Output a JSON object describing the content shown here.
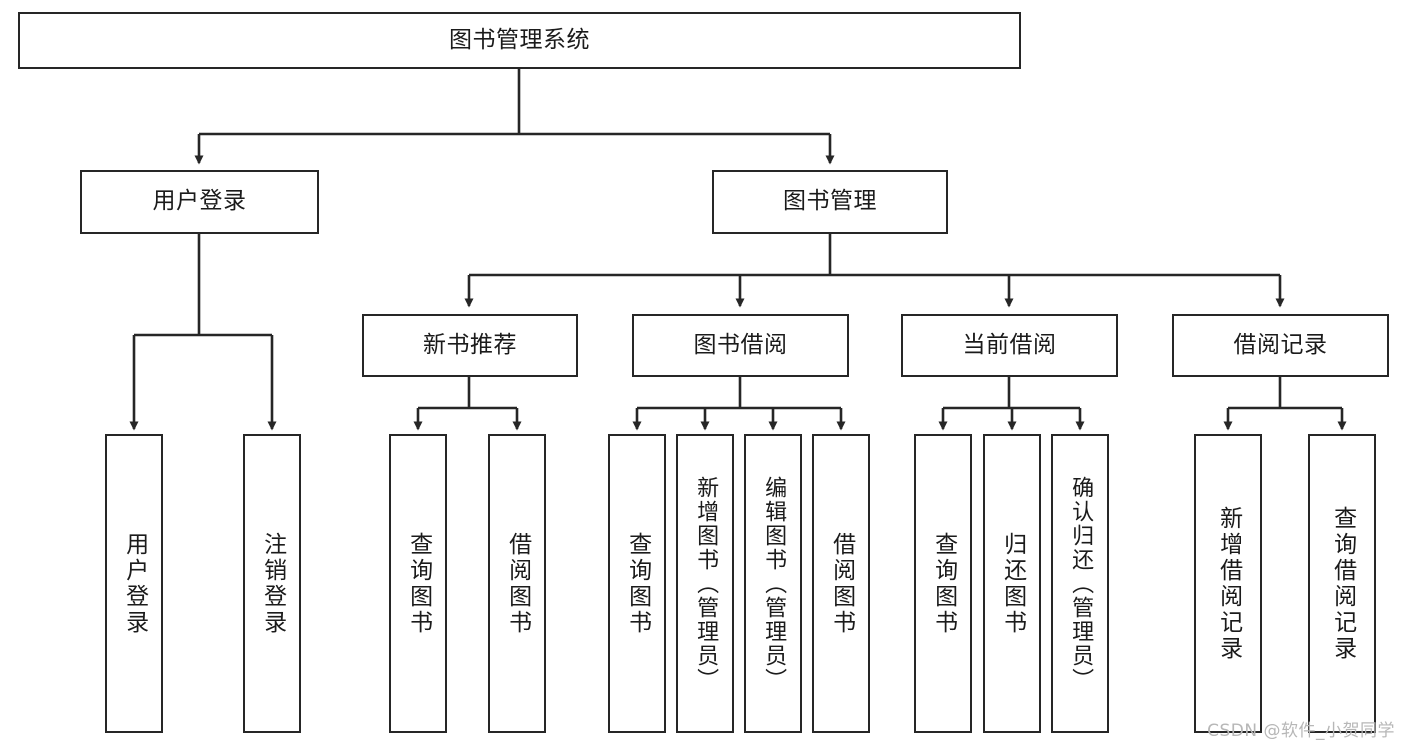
{
  "diagram": {
    "title": "图书管理系统",
    "type": "tree-hierarchy-chart",
    "watermark": "CSDN @软件_小贺同学",
    "stroke_color": "#262626",
    "fill_color": "#ffffff",
    "text_color": "#1b1b1b",
    "nodes": {
      "root": {
        "label": "图书管理系统"
      },
      "level2": [
        {
          "id": "user-login",
          "label": "用户登录"
        },
        {
          "id": "book-management",
          "label": "图书管理"
        }
      ],
      "level3": [
        {
          "id": "new-book-recommend",
          "label": "新书推荐"
        },
        {
          "id": "book-borrow",
          "label": "图书借阅"
        },
        {
          "id": "current-borrow",
          "label": "当前借阅"
        },
        {
          "id": "borrow-record",
          "label": "借阅记录"
        }
      ],
      "leaves": {
        "user_login": [
          {
            "id": "leaf-user-login",
            "label": "用户登录"
          },
          {
            "id": "leaf-user-logout",
            "label": "注销登录"
          }
        ],
        "new_book_recommend": [
          {
            "id": "leaf-query-book-1",
            "label": "查询图书"
          },
          {
            "id": "leaf-borrow-book-1",
            "label": "借阅图书"
          }
        ],
        "book_borrow": [
          {
            "id": "leaf-query-book-2",
            "label": "查询图书"
          },
          {
            "id": "leaf-add-book",
            "label": "新增图书（管理员）"
          },
          {
            "id": "leaf-edit-book",
            "label": "编辑图书（管理员）"
          },
          {
            "id": "leaf-borrow-book-2",
            "label": "借阅图书"
          }
        ],
        "current_borrow": [
          {
            "id": "leaf-query-book-3",
            "label": "查询图书"
          },
          {
            "id": "leaf-return-book",
            "label": "归还图书"
          },
          {
            "id": "leaf-confirm-return",
            "label": "确认归还（管理员）"
          }
        ],
        "borrow_record": [
          {
            "id": "leaf-add-borrow-record",
            "label": "新增借阅记录"
          },
          {
            "id": "leaf-query-borrow-record",
            "label": "查询借阅记录"
          }
        ]
      }
    }
  }
}
